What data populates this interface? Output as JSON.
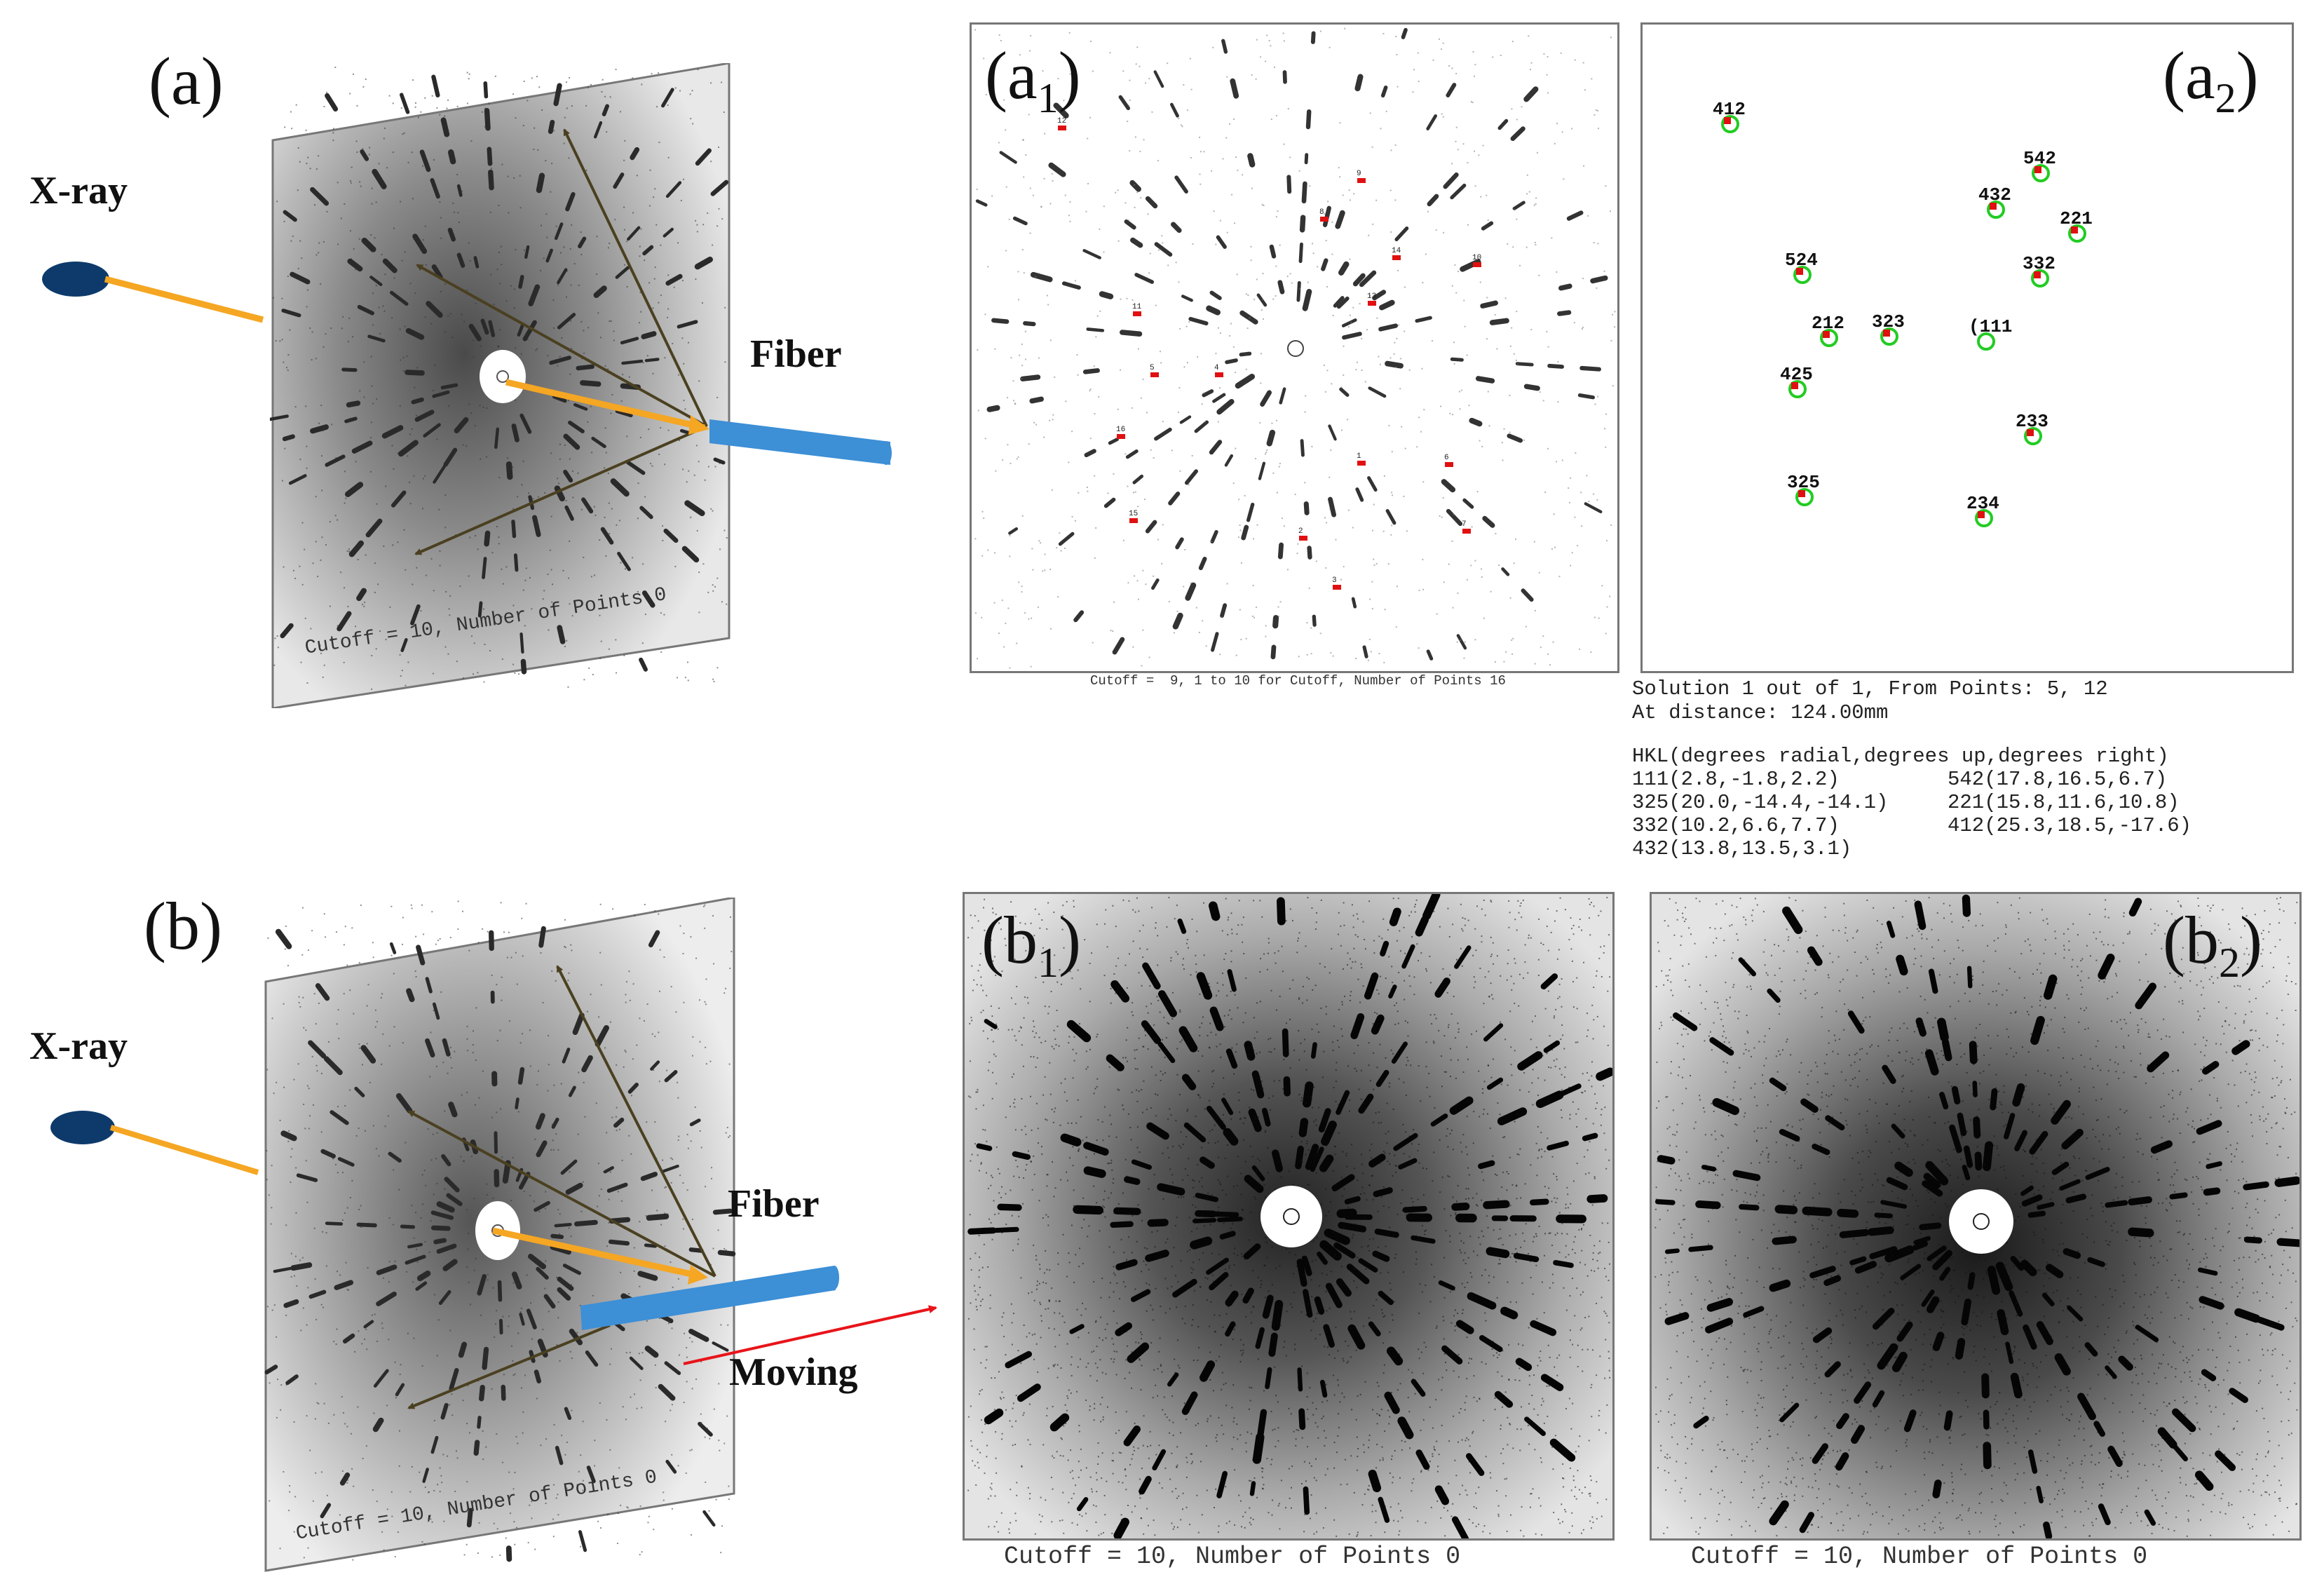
{
  "panels": {
    "a": "(a)",
    "a1_main": "(a",
    "a1_sub": "1",
    "a1_close": ")",
    "a2_main": "(a",
    "a2_sub": "2",
    "a2_close": ")",
    "b": "(b)",
    "b1_main": "(b",
    "b1_sub": "1",
    "b1_close": ")",
    "b2_main": "(b",
    "b2_sub": "2",
    "b2_close": ")"
  },
  "labels": {
    "xray_top": "X-ray",
    "fiber_top": "Fiber",
    "xray_bottom": "X-ray",
    "fiber_bottom": "Fiber",
    "moving": "Moving"
  },
  "captions": {
    "a_screen": "Cutoff = 10, Number of Points 0",
    "a1": "Cutoff =  9, 1 to 10 for Cutoff, Number of Points 16",
    "b_screen": "Cutoff = 10, Number of Points 0",
    "b1": "Cutoff = 10, Number of Points 0",
    "b2": "Cutoff = 10, Number of Points 0"
  },
  "spot_numbers": [
    "12",
    "9",
    "8",
    "14",
    "10",
    "11",
    "13",
    "5",
    "4",
    "16",
    "1",
    "6",
    "15",
    "2",
    "7",
    "3"
  ],
  "indexing": {
    "reflections": [
      "412",
      "542",
      "432",
      "221",
      "524",
      "332",
      "212",
      "323",
      "(111",
      "425",
      "233",
      "325",
      "234"
    ],
    "solution": "Solution 1 out of 1, From Points: 5, 12",
    "distance": "At distance: 124.00mm",
    "header": "HKL(degrees radial,degrees up,degrees right)",
    "rows": [
      [
        "111(2.8,-1.8,2.2)",
        "542(17.8,16.5,6.7)"
      ],
      [
        "325(20.0,-14.4,-14.1)",
        "221(15.8,11.6,10.8)"
      ],
      [
        "332(10.2,6.6,7.7)",
        "412(25.3,18.5,-17.6)"
      ],
      [
        "432(13.8,13.5,3.1)",
        ""
      ]
    ]
  },
  "colors": {
    "xray_source": "#0d3a6b",
    "beam": "#f5a623",
    "fiber": "#3d8fd6",
    "arrow": "#4a4020",
    "moving_arrow": "#e8141a",
    "measured_spot": "#e01010",
    "predicted_spot": "#22cc22"
  }
}
